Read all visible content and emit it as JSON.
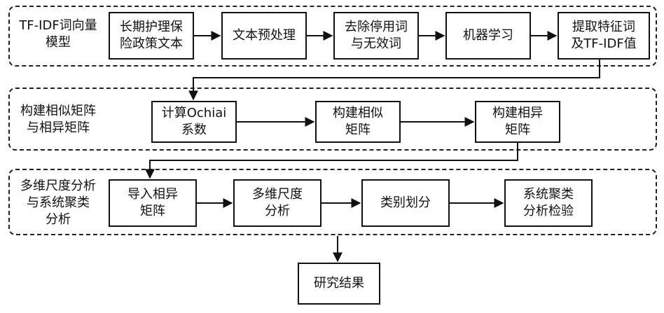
{
  "groups": {
    "tfidf": "TF-IDF词向量\n模型",
    "matrix": "构建相似矩阵\n与相异矩阵",
    "mds": "多维尺度分析\n与系统聚类\n分析"
  },
  "nodes": {
    "policy_text": "长期护理保\n险政策文本",
    "preprocess": "文本预处理",
    "remove_stopwords": "去除停用词\n与无效词",
    "machine_learning": "机器学习",
    "extract_features": "提取特征词\n及TF-IDF值",
    "ochiai": "计算Ochiai\n系数",
    "similar_matrix": "构建相似\n矩阵",
    "dissimilar_matrix": "构建相异\n矩阵",
    "import_matrix": "导入相异\n矩阵",
    "mds_analysis": "多维尺度\n分析",
    "classification": "类别划分",
    "cluster_test": "系统聚类\n分析检验",
    "result": "研究结果"
  }
}
